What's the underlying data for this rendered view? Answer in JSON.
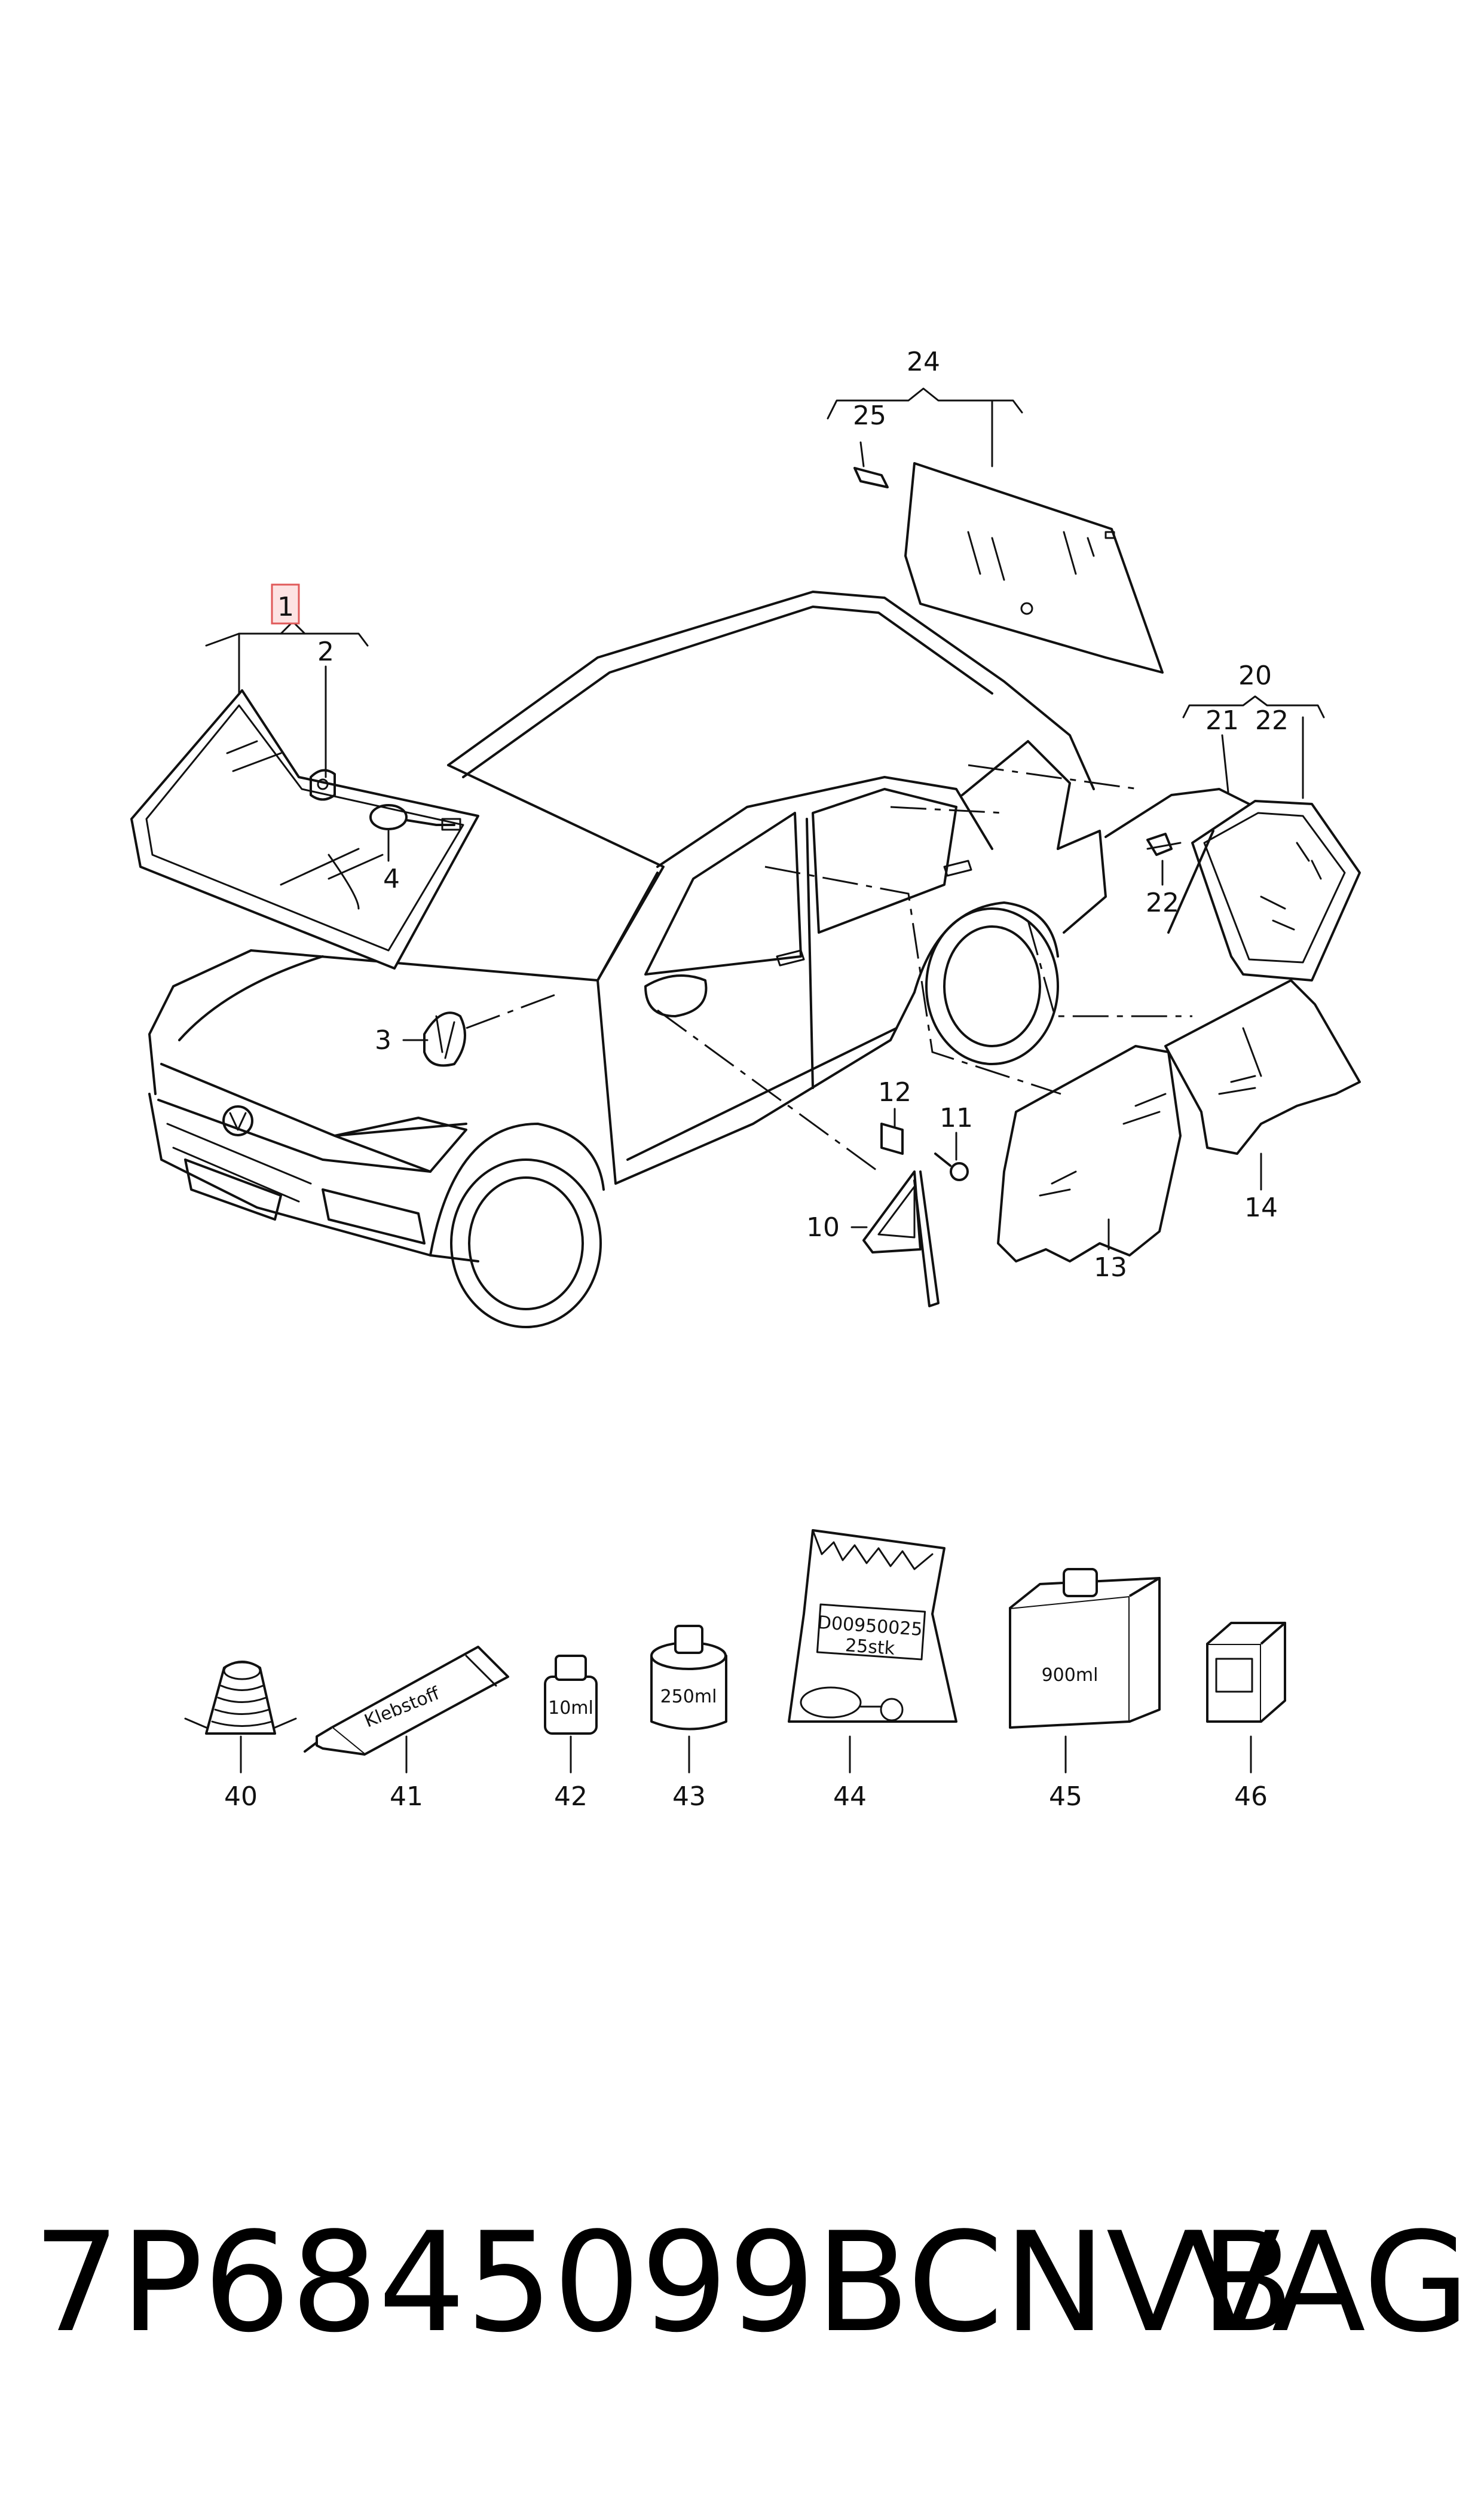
{
  "callouts": {
    "c1": "1",
    "c2": "2",
    "c3": "3",
    "c4": "4",
    "c10": "10",
    "c11": "11",
    "c12": "12",
    "c13": "13",
    "c14": "14",
    "c20": "20",
    "c21": "21",
    "c22a": "22",
    "c22b": "22",
    "c24": "24",
    "c25": "25",
    "c40": "40",
    "c41": "41",
    "c42": "42",
    "c43": "43",
    "c44": "44",
    "c45": "45",
    "c46": "46"
  },
  "product_labels": {
    "tube": "Klebstoff",
    "bottle_small": "10ml",
    "can": "250ml",
    "bag_line1": "D00950025",
    "bag_line2": "25stk",
    "box": "900ml"
  },
  "footer": {
    "part_number": "7P6845099BCNVB",
    "brand": "VAG"
  },
  "colors": {
    "highlight_fill": "#fde3e3",
    "highlight_stroke": "#e05a5a",
    "line": "#111111"
  }
}
